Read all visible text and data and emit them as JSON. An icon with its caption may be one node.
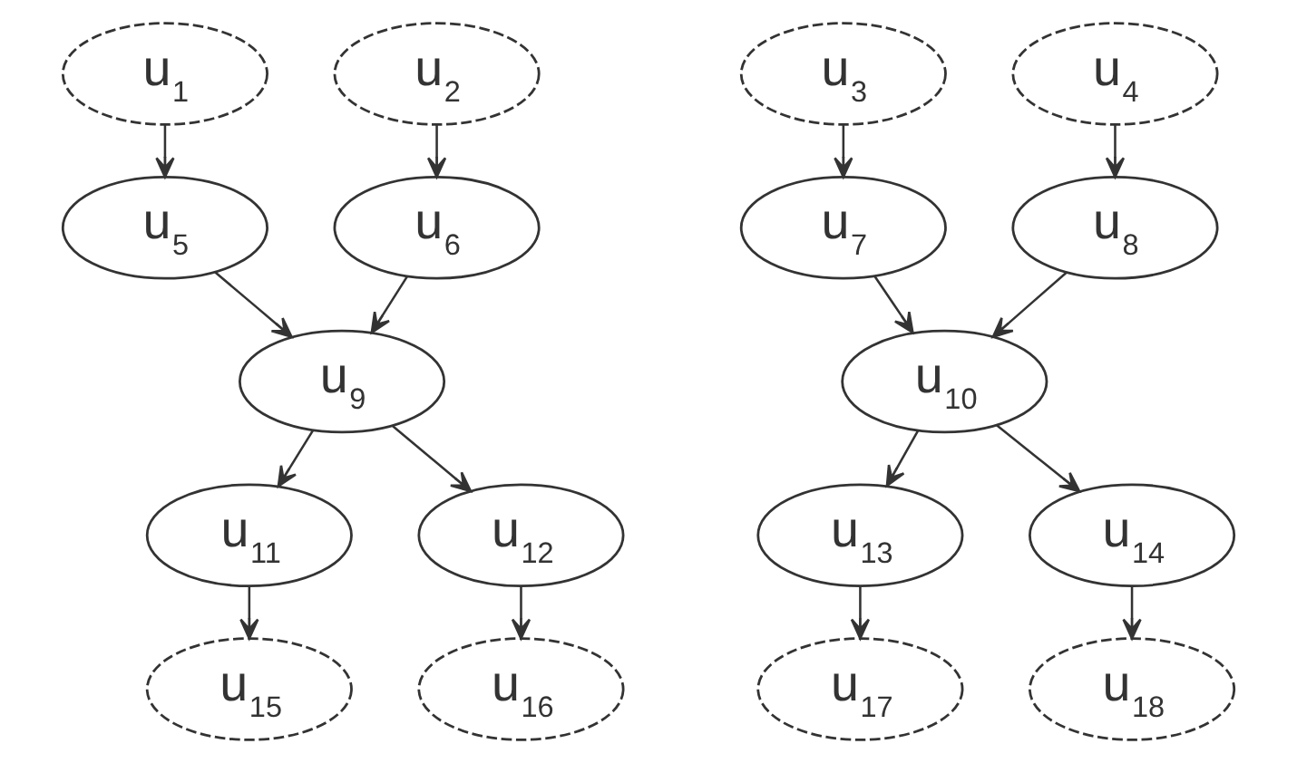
{
  "diagram": {
    "nodes": [
      {
        "text": [
          "u$_{1}$"
        ]
      },
      {
        "text": [
          "u$_{2}$"
        ]
      },
      {
        "text": [
          "u$_{3}$"
        ]
      },
      {
        "text": [
          "u$_{4}$"
        ]
      },
      {
        "text": [
          "u$_{5}$"
        ]
      },
      {
        "text": [
          "u$_{6}$"
        ]
      },
      {
        "text": [
          "u$_{7}$"
        ]
      },
      {
        "text": [
          "u$_{8}$"
        ]
      },
      {
        "text": [
          "u$_{9}$"
        ]
      },
      {
        "text": [
          "u$_{10}$"
        ]
      },
      {
        "text": [
          "u$_{11}$"
        ]
      },
      {
        "text": [
          "u$_{12}$"
        ]
      },
      {
        "text": [
          "u$_{13}$"
        ]
      },
      {
        "text": [
          "u$_{14}$"
        ]
      },
      {
        "text": [
          "u$_{15}$"
        ]
      },
      {
        "text": [
          "u$_{16}$"
        ]
      },
      {
        "text": [
          "u$_{17}$"
        ]
      },
      {
        "text": [
          "u$_{18}$"
        ]
      }
    ],
    "edges": [
      {
        "from": 0,
        "to": 4,
        "arrow": "to"
      },
      {
        "from": 1,
        "to": 5,
        "arrow": "to"
      },
      {
        "from": 2,
        "to": 6,
        "arrow": "to"
      },
      {
        "from": 3,
        "to": 7,
        "arrow": "to"
      },
      {
        "from": 4,
        "to": 8,
        "arrow": "to"
      },
      {
        "from": 5,
        "to": 8,
        "arrow": "to"
      },
      {
        "from": 6,
        "to": 9,
        "arrow": "to"
      },
      {
        "from": 7,
        "to": 9,
        "arrow": "to"
      },
      {
        "from": 8,
        "to": 10,
        "arrow": "to"
      },
      {
        "from": 8,
        "to": 11,
        "arrow": "to"
      },
      {
        "from": 9,
        "to": 12,
        "arrow": "to"
      },
      {
        "from": 9,
        "to": 13,
        "arrow": "to"
      },
      {
        "from": 10,
        "to": 14,
        "arrow": "to"
      },
      {
        "from": 11,
        "to": 15,
        "arrow": "to"
      },
      {
        "from": 12,
        "to": 16,
        "arrow": "to"
      },
      {
        "from": 13,
        "to": 17,
        "arrow": "to"
      }
    ]
  }
}
